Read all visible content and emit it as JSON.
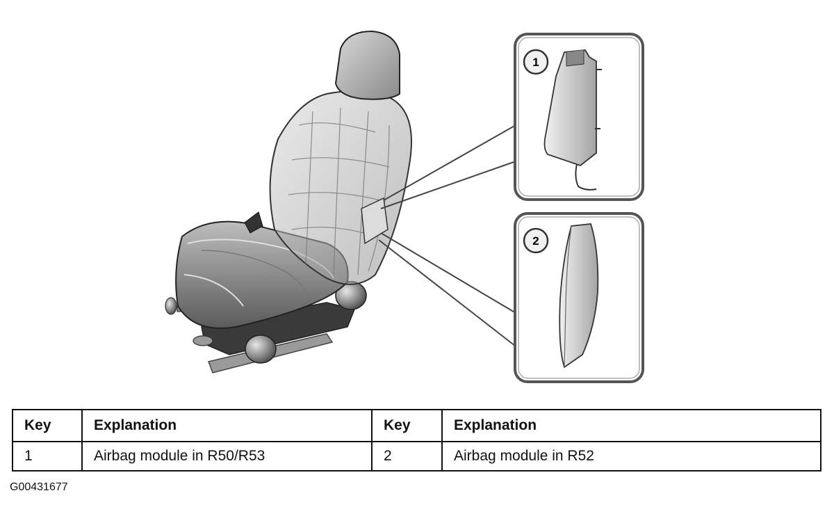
{
  "callouts": [
    "1",
    "2"
  ],
  "table": {
    "headers": [
      "Key",
      "Explanation",
      "Key",
      "Explanation"
    ],
    "rows": [
      [
        "1",
        "Airbag module in R50/R53",
        "2",
        "Airbag module in R52"
      ]
    ]
  },
  "figure_id": "G00431677"
}
